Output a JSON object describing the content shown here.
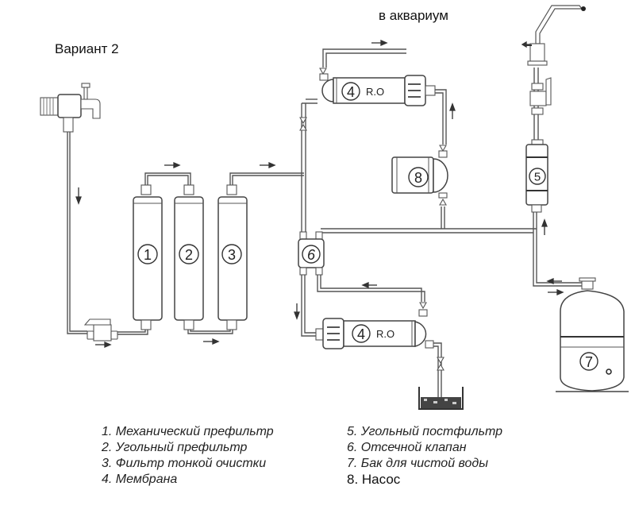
{
  "header": {
    "variant_label": "Вариант 2",
    "aquarium_label": "в аквариум"
  },
  "components": {
    "prefilter_1": {
      "number": "1"
    },
    "prefilter_2": {
      "number": "2"
    },
    "prefilter_3": {
      "number": "3"
    },
    "membrane_top": {
      "number": "4",
      "label": "R.O"
    },
    "membrane_bottom": {
      "number": "4",
      "label": "R.O"
    },
    "postfilter": {
      "number": "5"
    },
    "shutoff_valve": {
      "number": "6"
    },
    "tank": {
      "number": "7"
    },
    "pump": {
      "number": "8"
    }
  },
  "legend": {
    "left": [
      "1. Механический префильтр",
      "2. Угольный префильтр",
      "3. Фильтр тонкой очистки",
      "4. Мембрана"
    ],
    "right": [
      "5. Угольный постфильтр",
      "6. Отсечной клапан",
      "7. Бак для чистой воды",
      "8. Насос"
    ]
  }
}
